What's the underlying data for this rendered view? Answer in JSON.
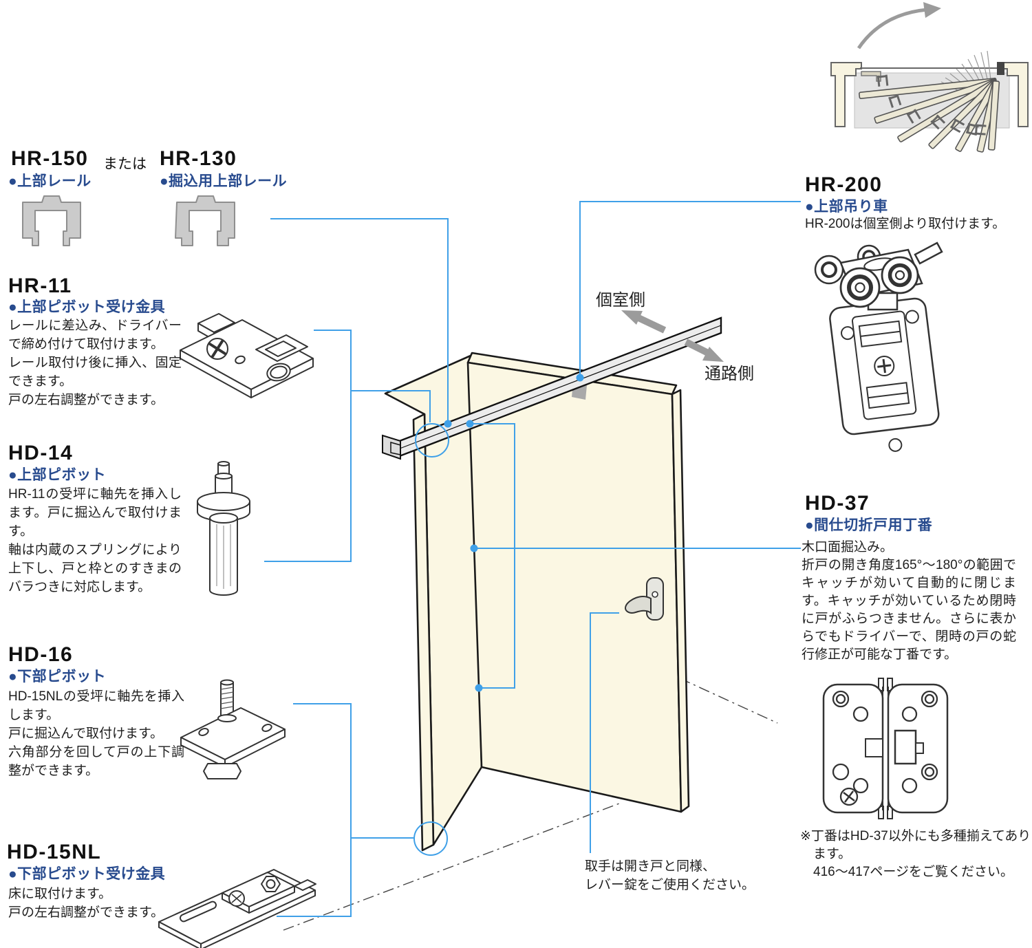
{
  "colors": {
    "heading_blue": "#284B8E",
    "callout_blue": "#3FA0E8",
    "door_cream": "#FBF7E3",
    "outline_dark": "#1A1A1A",
    "arrow_gray": "#9B9B9B"
  },
  "top_rail_options": {
    "code_a": "HR-150",
    "or_label": "または",
    "code_b": "HR-130",
    "subtitle_a": "●上部レール",
    "subtitle_b": "●掘込用上部レール"
  },
  "parts_left": [
    {
      "code": "HR-11",
      "subtitle": "●上部ピボット受け金具",
      "description": "レールに差込み、ドライバーで締め付けて取付けます。\nレール取付け後に挿入、固定できます。\n戸の左右調整ができます。"
    },
    {
      "code": "HD-14",
      "subtitle": "●上部ピボット",
      "description": "HR-11の受坪に軸先を挿入します。戸に掘込んで取付けます。\n軸は内蔵のスプリングにより上下し、戸と枠とのすきまのバラつきに対応します。"
    },
    {
      "code": "HD-16",
      "subtitle": "●下部ピボット",
      "description": "HD-15NLの受坪に軸先を挿入します。\n戸に掘込んで取付けます。\n六角部分を回して戸の上下調整ができます。"
    },
    {
      "code": "HD-15NL",
      "subtitle": "●下部ピボット受け金具",
      "description": "床に取付けます。\n戸の左右調整ができます。"
    }
  ],
  "parts_right": [
    {
      "code": "HR-200",
      "subtitle": "●上部吊り車",
      "description": "HR-200は個室側より取付けます。"
    },
    {
      "code": "HD-37",
      "subtitle": "●間仕切折戸用丁番",
      "description": "木口面掘込み。\n折戸の開き角度165°〜180°の範囲でキャッチが効いて自動的に閉じます。キャッチが効いているため閉時に戸がふらつきません。さらに表からでもドライバーで、閉時の戸の蛇行修正が可能な丁番です。"
    }
  ],
  "footnote": "※丁番はHD-37以外にも多種揃えてあります。\n416〜417ページをご覧ください。",
  "diagram_labels": {
    "room_side": "個室側",
    "corridor_side": "通路側",
    "handle_note": "取手は開き戸と同様、\nレバー錠をご使用ください。"
  }
}
